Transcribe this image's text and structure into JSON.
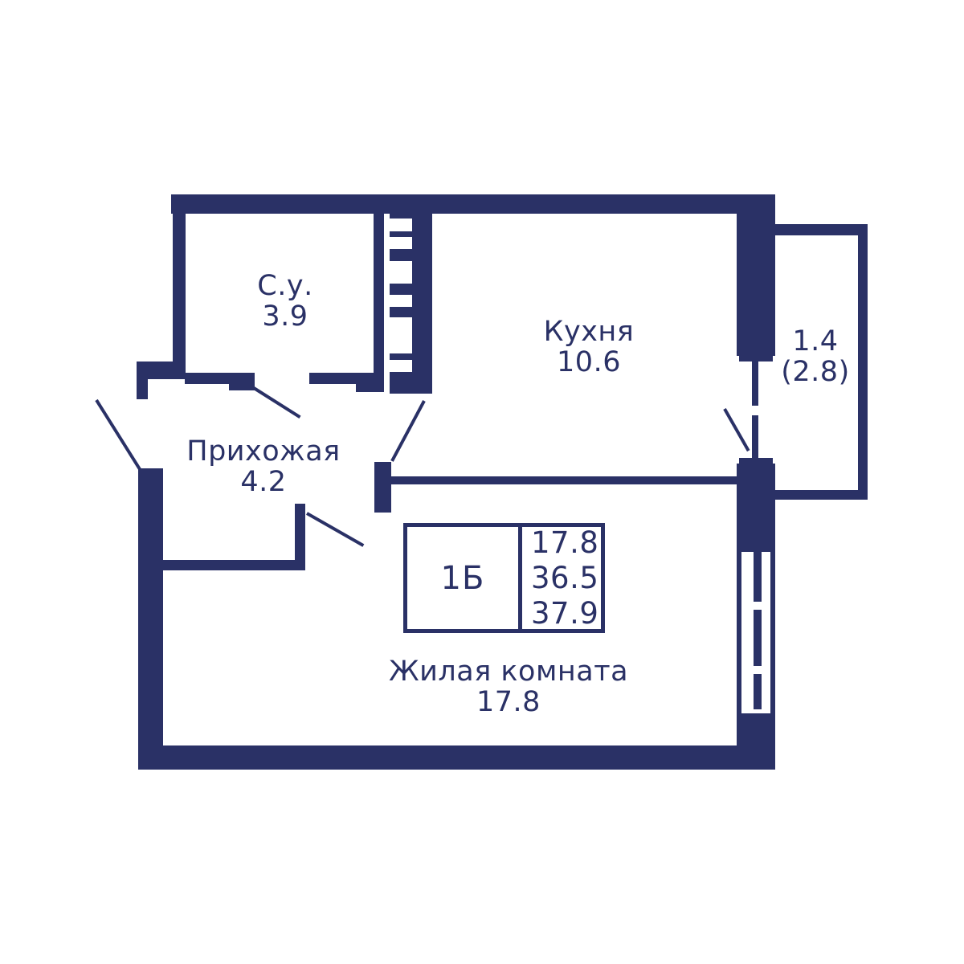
{
  "colors": {
    "wall": "#2a3166",
    "bg": "#ffffff"
  },
  "rooms": {
    "bathroom": {
      "label": "С.у.",
      "area": "3.9"
    },
    "kitchen": {
      "label": "Кухня",
      "area": "10.6"
    },
    "hallway": {
      "label": "Прихожая",
      "area": "4.2"
    },
    "living_room": {
      "label": "Жилая комната",
      "area": "17.8"
    },
    "balcony": {
      "area": "1.4",
      "area_with_coefficient": "(2.8)"
    }
  },
  "info_box": {
    "unit_label": "1Б",
    "living_area": "17.8",
    "area_without_balcony": "36.5",
    "total_area": "37.9"
  }
}
